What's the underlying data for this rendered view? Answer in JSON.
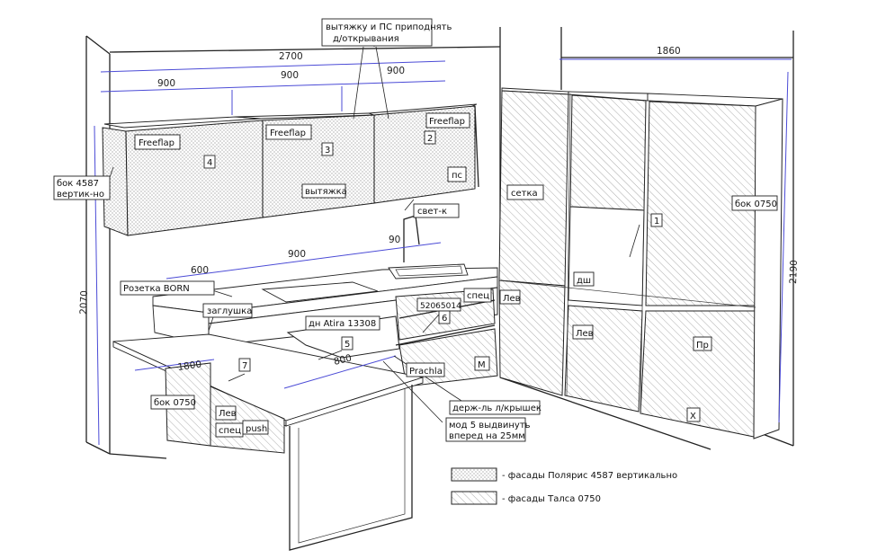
{
  "dimensions": {
    "d2700": "2700",
    "d1860": "1860",
    "top900a": "900",
    "top900b": "900",
    "top900c": "900",
    "mid600": "600",
    "mid900": "900",
    "mid90": "90",
    "h2070": "2070",
    "h2190": "2190",
    "t1800": "1800",
    "t800": "800"
  },
  "callouts": {
    "note_top": [
      "вытяжку и ПС приподнять",
      "д/открывания"
    ],
    "bok4587": [
      "бок 4587",
      "вертик-но"
    ],
    "bok0750_right": "бок 0750",
    "bok0750_left": "бок 0750",
    "svet": "свет-к",
    "rozetka": "Розетка BORN",
    "zaglushka": "заглушка",
    "dsh": "дш",
    "setka": "сетка",
    "art": "52065014",
    "oven": "дн Atira 13308",
    "derzh": "держ-ль л/крышек",
    "mod5": [
      "мод 5 выдвинуть",
      "вперед на 25мм"
    ],
    "prachla": "Prachla",
    "spec_mid": "спец",
    "spec_left": "спец",
    "push": "push",
    "lev_mid": "Лев",
    "lev_low": "Лев",
    "lev_left": "Лев",
    "pr": "Пр",
    "m": "М",
    "x": "Х",
    "ps": "пс",
    "vytyazhka": "вытяжка"
  },
  "labels": {
    "freeflap1": "Freeflap",
    "freeflap2": "Freeflap",
    "freeflap3": "Freeflap",
    "n1": "1",
    "n2": "2",
    "n3": "3",
    "n4": "4",
    "n5": "5",
    "n6": "6",
    "n7": "7"
  },
  "legend": {
    "dotted": "- фасады Полярис 4587 вертикально",
    "hatched": "- фасады Талса 0750"
  }
}
